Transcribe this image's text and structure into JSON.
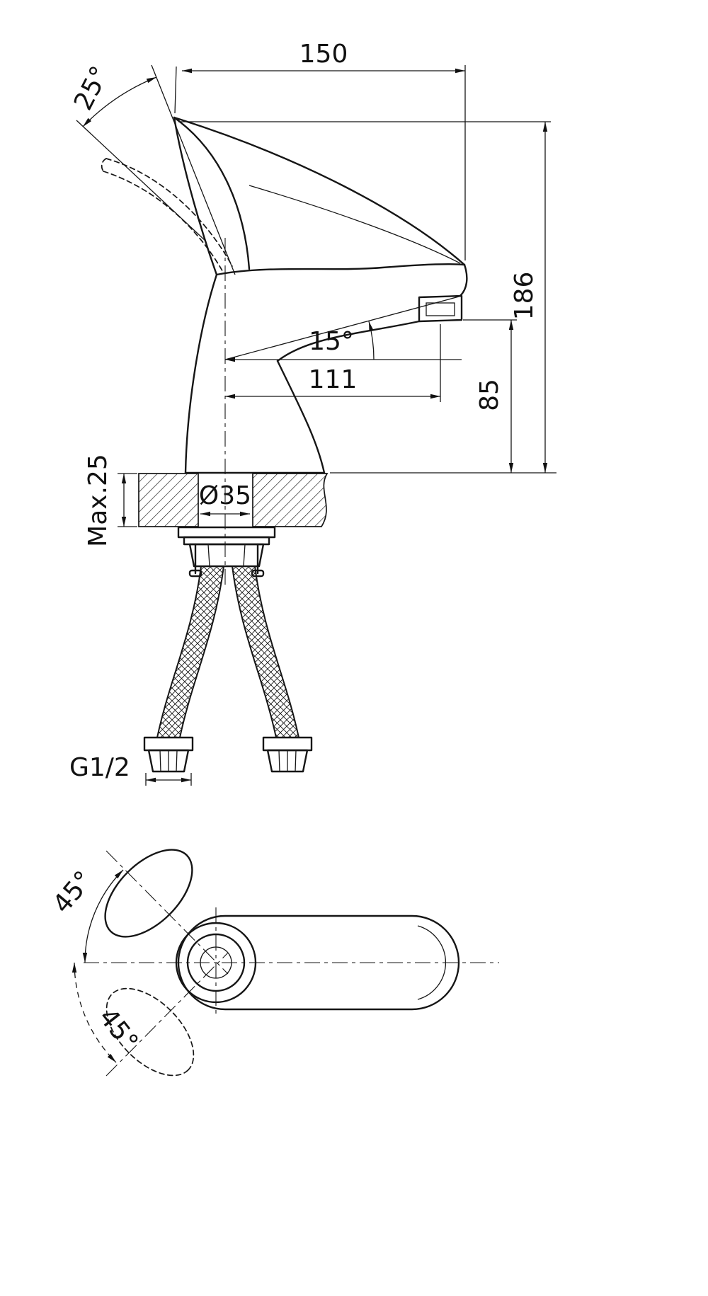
{
  "drawing": {
    "type": "faucet-technical-dimension-drawing",
    "line_color": "#161616",
    "background": "#ffffff"
  },
  "side_view": {
    "width": "150",
    "handle_angle": "25°",
    "height": "186",
    "spout_angle": "15°",
    "reach": "111",
    "spout_height": "85",
    "max_thickness": "Max.25",
    "hole_diameter": "Ø35",
    "thread_size": "G1/2"
  },
  "top_view": {
    "swivel_up": "45°",
    "swivel_down": "45°"
  }
}
